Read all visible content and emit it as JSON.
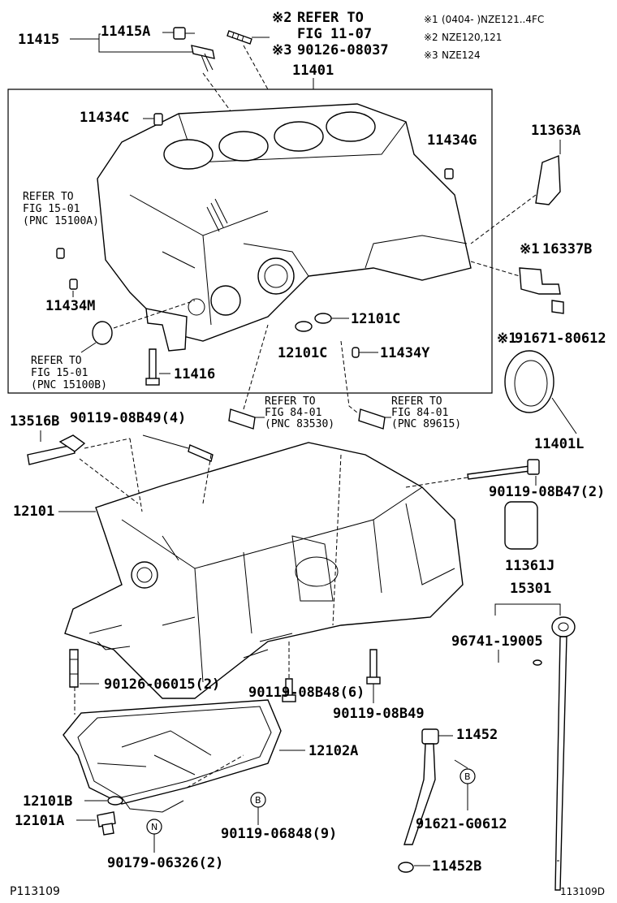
{
  "notes": [
    {
      "mark": "※1",
      "text": "(0404-     )NZE121..4FC"
    },
    {
      "mark": "※2",
      "text": "NZE120,121"
    },
    {
      "mark": "※3",
      "text": "NZE124"
    }
  ],
  "labels": {
    "p11415": "11415",
    "p11415A": "11415A",
    "refer_1107_mark": "※2",
    "refer_1107_a": "REFER TO",
    "refer_1107_b": "FIG 11-07",
    "p90126_08037_mark": "※3",
    "p90126_08037": "90126-08037",
    "p11401": "11401",
    "p11434C": "11434C",
    "p11434G": "11434G",
    "p11363A": "11363A",
    "refer_1501a_a": "REFER TO",
    "refer_1501a_b": "FIG 15-01",
    "refer_1501a_c": "(PNC 15100A)",
    "p16337B_mark": "※1",
    "p16337B": "16337B",
    "p11434M": "11434M",
    "p12101C_right": "12101C",
    "p91671_mark": "※1",
    "p91671": "91671-80612",
    "refer_1501b_a": "REFER TO",
    "refer_1501b_b": "FIG 15-01",
    "refer_1501b_c": "(PNC 15100B)",
    "p12101C_left": "12101C",
    "p11434Y": "11434Y",
    "p11416": "11416",
    "refer_8401a_a": "REFER TO",
    "refer_8401a_b": "FIG 84-01",
    "refer_8401a_c": "(PNC 83530)",
    "refer_8401b_a": "REFER TO",
    "refer_8401b_b": "FIG 84-01",
    "refer_8401b_c": "(PNC 89615)",
    "p13516B": "13516B",
    "p90119_08B49_4": "90119-08B49(4)",
    "p11401L": "11401L",
    "p90119_08B47": "90119-08B47(2)",
    "p12101": "12101",
    "p11361J": "11361J",
    "p15301": "15301",
    "p96741": "96741-19005",
    "p90126_06015": "90126-06015(2)",
    "p90119_08B48": "90119-08B48(6)",
    "p90119_08B49": "90119-08B49",
    "p11452": "11452",
    "p12102A": "12102A",
    "p12101B": "12101B",
    "p12101A": "12101A",
    "circle_B": "B",
    "circle_N": "N",
    "p91621": "91621-G0612",
    "p90119_06848": "90119-06848(9)",
    "p90179": "90179-06326(2)",
    "p11452B": "11452B",
    "footer_left": "P113109",
    "footer_right": "113109D"
  }
}
